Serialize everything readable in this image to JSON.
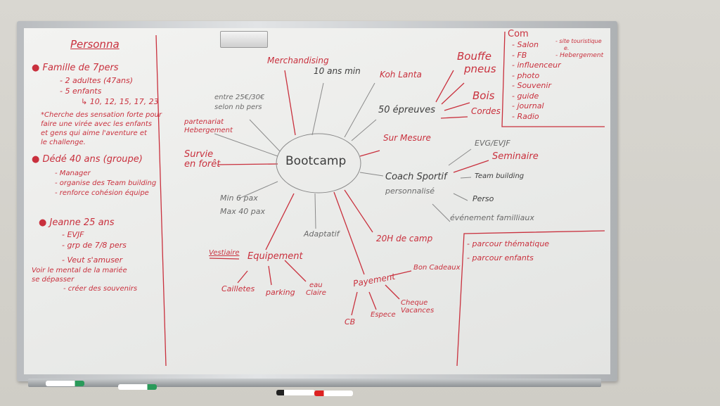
{
  "persona": {
    "title": "Personna",
    "famille": {
      "heading": "Famille de 7pers",
      "items": [
        "- 2 adultes (47ans)",
        "- 5 enfants",
        "↳ 10, 12, 15, 17, 23"
      ],
      "note": [
        "*Cherche des sensation forte pour",
        "faire une virée avec les enfants",
        "et gens qui aime l'aventure et",
        "le challenge."
      ]
    },
    "dede": {
      "heading": "Dédé 40 ans (groupe)",
      "items": [
        "- Manager",
        "- organise des Team building",
        "- renforce cohésion équipe"
      ]
    },
    "jeanne": {
      "heading": "Jeanne 25 ans",
      "items": [
        "- EVJF",
        "- grp de 7/8 pers",
        "- Veut s'amuser"
      ],
      "extra": [
        "Voir le mental de la mariée",
        "se dépasser",
        "- créer des souvenirs"
      ]
    }
  },
  "mindmap": {
    "center": "Bootcamp",
    "merchandising": "Merchandising",
    "age_min": "10 ans min",
    "koh_lanta": "Koh Lanta",
    "price": [
      "entre 25€/30€",
      "selon nb pers"
    ],
    "partenariat": [
      "partenariat",
      "Hebergement"
    ],
    "survie": [
      "Survie",
      "en forêt"
    ],
    "min_max": [
      "Min 6 pax",
      "Max 40 pax"
    ],
    "epreuves": "50 épreuves",
    "epreuves_items": [
      "Bouffe",
      "pneus",
      "Bois",
      "Cordes"
    ],
    "sur_mesure": "Sur Mesure",
    "coach": [
      "Coach Sportif",
      "personnalisé"
    ],
    "coach_items": [
      "EVG/EVJF",
      "Seminaire",
      "Team building",
      "Perso"
    ],
    "evenement": "événement familliaux",
    "adaptatif": "Adaptatif",
    "duree": "20H de camp",
    "equipement": "Equipement",
    "equipement_items": [
      "Vestiaire",
      "Cailletes",
      "parking",
      "eau",
      "Claire"
    ],
    "payement": "Payement",
    "payement_items": [
      "Bon Cadeaux",
      "CB",
      "Espece",
      "Cheque",
      "Vacances"
    ]
  },
  "com": {
    "title": "Com",
    "items": [
      "- Salon",
      "- FB",
      "- influenceur",
      "- photo",
      "- Souvenir",
      "- guide",
      "- journal",
      "- Radio"
    ],
    "side": [
      "- site touristique",
      "e.",
      "- Hebergement"
    ]
  },
  "parcours": {
    "items": [
      "- parcour thématique",
      "- parcour enfants"
    ]
  },
  "colors": {
    "red_marker": "#c9303d",
    "gray_marker": "#6a6a6a",
    "board": "#eeeeec"
  }
}
